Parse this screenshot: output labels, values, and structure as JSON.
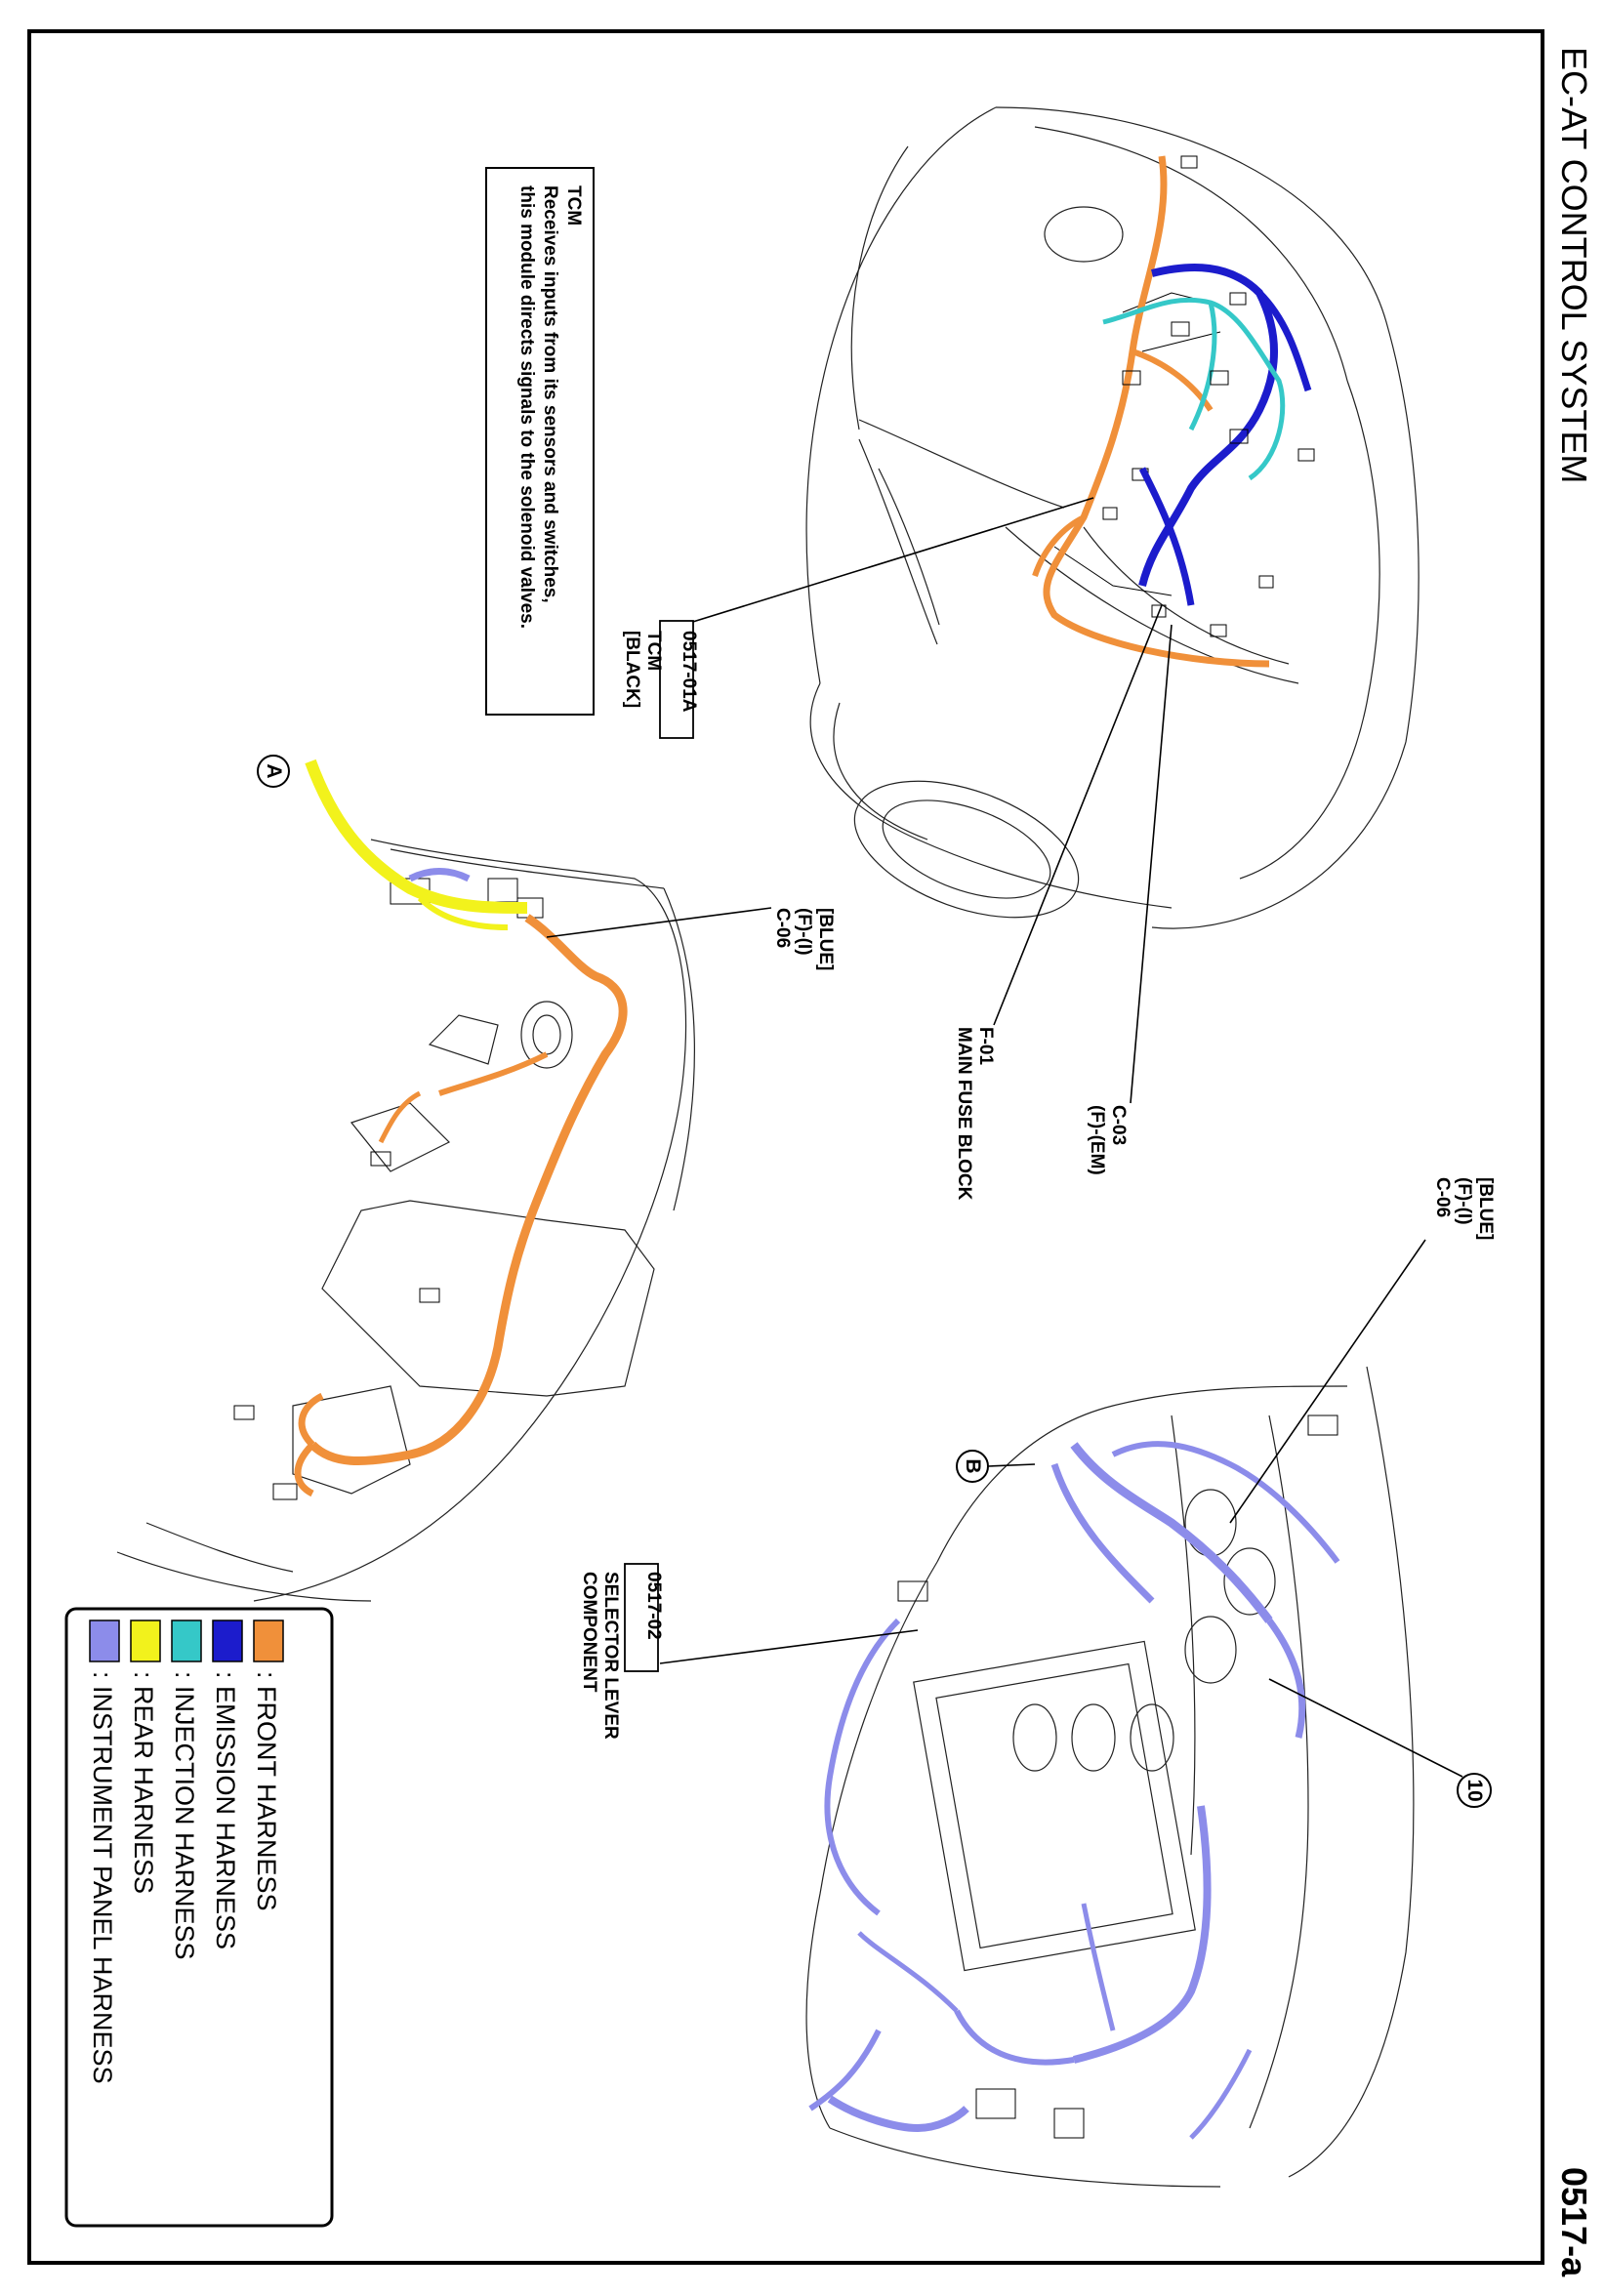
{
  "page": {
    "title": "EC-AT CONTROL SYSTEM",
    "code": "0517-a"
  },
  "tcm_note": {
    "heading": "TCM",
    "line1": "Receives inputs from its sensors and switches,",
    "line2": "this module directs signals to the solenoid valves."
  },
  "callouts": {
    "tcm": {
      "code": "0517-01A",
      "name": "TCM",
      "color": "[BLACK]"
    },
    "c06_engine": {
      "color": "[BLUE]",
      "harness": "(F)-(I)",
      "code": "C-06"
    },
    "c03": {
      "code": "C-03",
      "harness": "(F)-(EM)"
    },
    "f01": {
      "code": "F-01",
      "name": "MAIN FUSE BLOCK"
    },
    "c06_panel": {
      "color": "[BLUE]",
      "harness": "(F)-(I)",
      "code": "C-06"
    },
    "selector": {
      "code": "0517-02",
      "line1": "SELECTOR LEVER",
      "line2": "COMPONENT"
    }
  },
  "markers": {
    "a": "A",
    "b": "B",
    "ten": "10"
  },
  "legend": [
    {
      "label": ": FRONT HARNESS",
      "color": "#f0903a"
    },
    {
      "label": ": EMISSION HARNESS",
      "color": "#1c1ccc"
    },
    {
      "label": ": INJECTION HARNESS",
      "color": "#35c8c8"
    },
    {
      "label": ": REAR HARNESS",
      "color": "#f2f21c"
    },
    {
      "label": ": INSTRUMENT PANEL HARNESS",
      "color": "#8c8cea"
    }
  ]
}
